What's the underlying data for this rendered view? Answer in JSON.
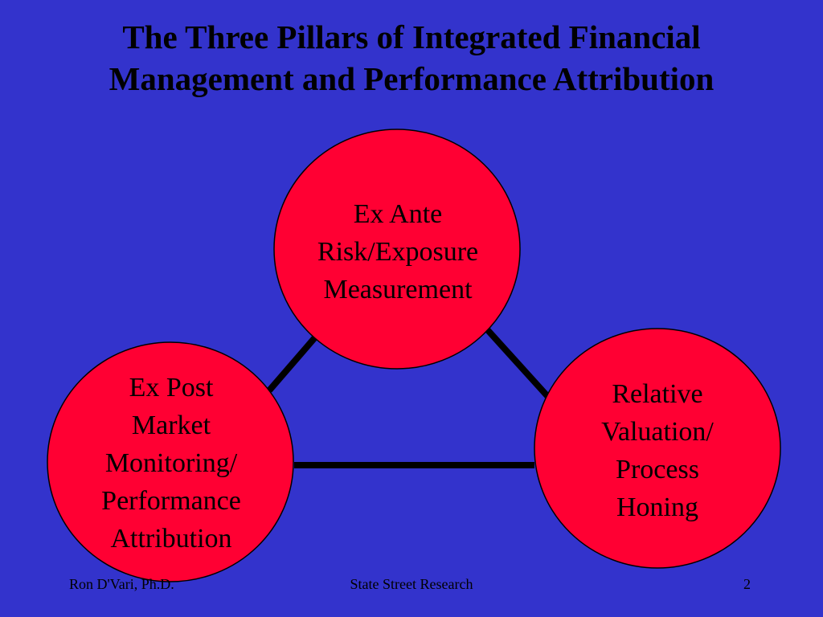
{
  "slide": {
    "title_lines": [
      "The Three Pillars of Integrated Financial",
      "Management and Performance Attribution"
    ]
  },
  "pillars": {
    "top": {
      "lines": [
        "Ex Ante",
        "Risk/Exposure",
        "Measurement"
      ]
    },
    "left": {
      "lines": [
        "Ex Post",
        "Market",
        "Monitoring/",
        "Performance",
        "Attribution"
      ]
    },
    "right": {
      "lines": [
        "Relative",
        "Valuation/",
        "Process",
        "Honing"
      ]
    }
  },
  "footer": {
    "author": "Ron D'Vari, Ph.D.",
    "organization": "State Street Research",
    "page_number": "2"
  },
  "colors": {
    "background": "#3333cc",
    "pillar_fill": "#ff0033",
    "connector": "#000000",
    "text": "#000000"
  }
}
